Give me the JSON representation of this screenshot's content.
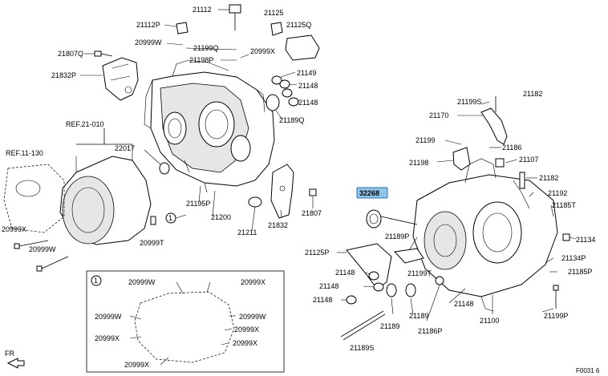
{
  "labels": {
    "l21112": "21112",
    "l21125": "21125",
    "l21112P": "21112P",
    "l21125Q": "21125Q",
    "l20999W_top": "20999W",
    "l21199Q": "21199Q",
    "l21807Q": "21807Q",
    "l21198P": "21198P",
    "l20999X_top": "20999X",
    "l21832P": "21832P",
    "l21149": "21149",
    "l21148a": "21148",
    "l21148b": "21148",
    "l21189Q": "21189Q",
    "ref21010": "REF.21-010",
    "ref11130": "REF.11-130",
    "l22017": "22017",
    "l21195P": "21195P",
    "l21200": "21200",
    "l21211": "21211",
    "l21832": "21832",
    "l21807": "21807",
    "l20999X_left": "20999X",
    "l20999W_left": "20999W",
    "l20999T": "20999T",
    "l21199S": "21199S",
    "l21182a": "21182",
    "l21170": "21170",
    "l21199": "21199",
    "l21186": "21186",
    "l21198": "21198",
    "l21107": "21107",
    "l21182b": "21182",
    "l32268": "32268",
    "l21192": "21192",
    "l21185T": "21185T",
    "l21134": "21134",
    "l21189P": "21189P",
    "l21125P": "21125P",
    "l21199T": "21199T",
    "l21134P": "21134P",
    "l21185P": "21185P",
    "l21148c": "21148",
    "l21148d": "21148",
    "l21148e": "21148",
    "l21148f": "21148",
    "l21189": "21189",
    "l21186P": "21186P",
    "l21100": "21100",
    "l21199P": "21199P",
    "l21189S": "21189S",
    "inset_num": "1",
    "callout_num": "1",
    "ins_20999W_a": "20999W",
    "ins_20999X_a": "20999X",
    "ins_20999W_b": "20999W",
    "ins_20999W_c": "20999W",
    "ins_20999X_b": "20999X",
    "ins_20999X_c": "20999X",
    "ins_20999X_d": "20999X",
    "ins_20999X_e": "20999X",
    "fr": "FR",
    "code": "F0031 6"
  },
  "highlight_color": "#8ec5e8"
}
